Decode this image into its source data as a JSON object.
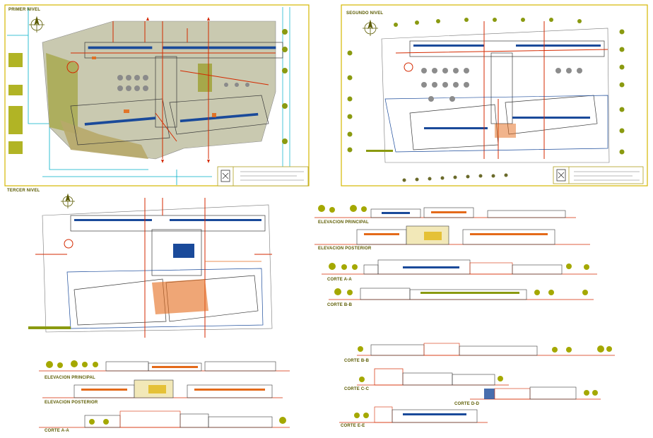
{
  "sheet": {
    "plans": {
      "first_level": "PRIMER NIVEL",
      "second_level": "SEGUNDO NIVEL",
      "third_level": "TERCER NIVEL"
    },
    "right_drawings": {
      "elev_principal": "ELEVACION PRINCIPAL",
      "elev_posterior": "ELEVACION POSTERIOR",
      "corte_aa": "CORTE A-A",
      "corte_bb": "CORTE B-B",
      "corte_bb2": "CORTE B-B",
      "corte_cc": "CORTE C-C",
      "corte_dd": "CORTE D-D",
      "corte_ee": "CORTE E-E"
    },
    "left_drawings": {
      "elev_principal": "ELEVACION PRINCIPAL",
      "elev_posterior": "ELEVACION POSTERIOR",
      "corte_aa": "CORTE A-A"
    },
    "colors": {
      "frame": "#d4b800",
      "cyan": "#00b0c8",
      "red": "#d42a00",
      "orange": "#e46a1a",
      "olive": "#8a9a10",
      "tree": "#a4a800",
      "gray": "#8c8c8c",
      "blue": "#1a4a9a",
      "ink": "#2a2a2a"
    },
    "icons": [
      "north-arrow-icon",
      "logo-stamp-icon",
      "tree-icon"
    ]
  }
}
